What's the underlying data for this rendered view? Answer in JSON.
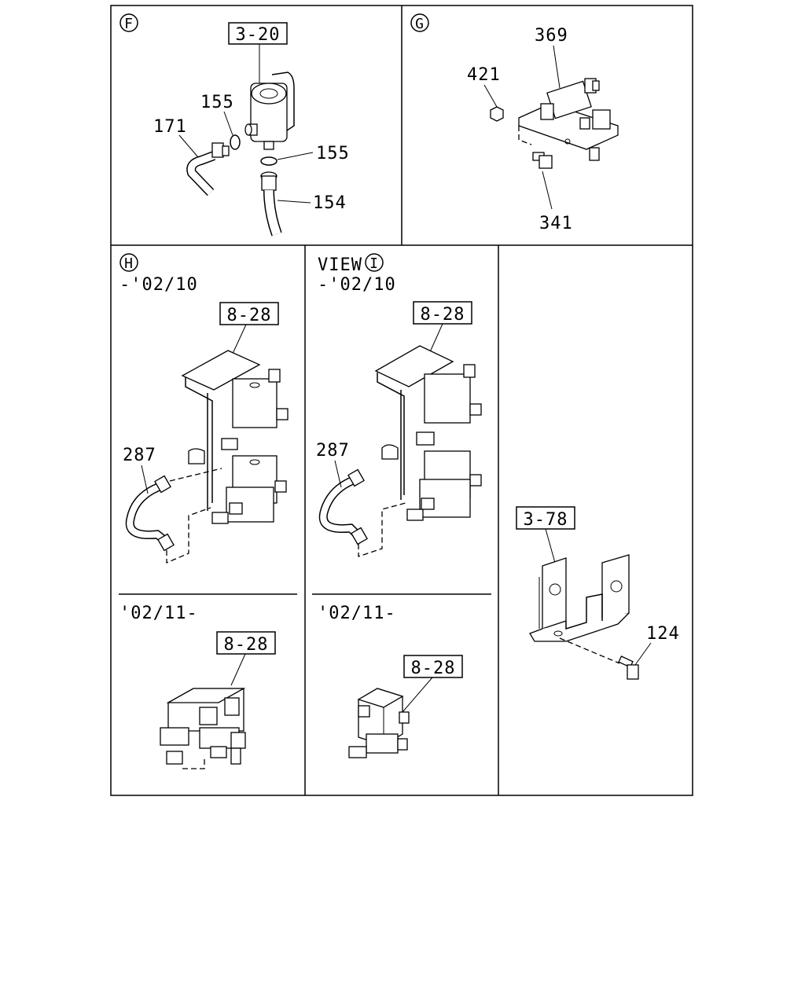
{
  "panels": {
    "F": {
      "marker": "F",
      "labels": {
        "box": "3-20",
        "a": "155",
        "b": "171",
        "c": "155",
        "d": "154"
      }
    },
    "G": {
      "marker": "G",
      "labels": {
        "a": "369",
        "b": "421",
        "c": "341"
      }
    },
    "H": {
      "marker": "H",
      "date_top": "-'02/10",
      "date_bottom": "'02/11-",
      "labels": {
        "box_top": "8-28",
        "hose": "287",
        "box_bottom": "8-28"
      }
    },
    "I": {
      "view_prefix": "VIEW",
      "marker": "I",
      "date_top": "-'02/10",
      "date_bottom": "'02/11-",
      "labels": {
        "box_top": "8-28",
        "hose": "287",
        "box_bottom": "8-28"
      }
    },
    "J": {
      "labels": {
        "box": "3-78",
        "bolt": "124"
      }
    }
  }
}
